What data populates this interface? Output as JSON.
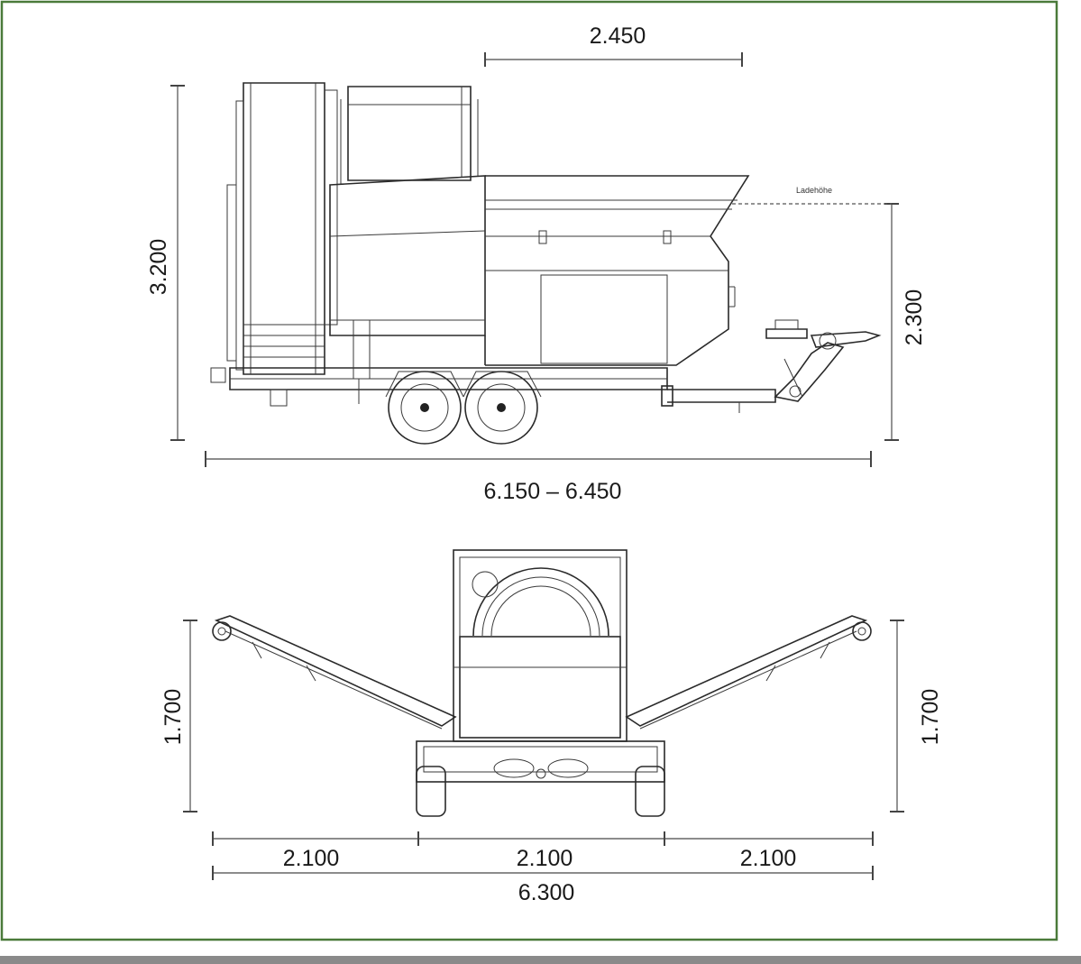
{
  "colors": {
    "frame_border": "#4a7a3a",
    "line": "#2a2a2a",
    "bottom_bar": "#8a8a8a"
  },
  "side_view": {
    "dimensions": {
      "top_width": "2.450",
      "total_height": "3.200",
      "loading_height": "2.300",
      "length": "6.150 – 6.450"
    },
    "loading_height_label": "Ladehöhe"
  },
  "rear_view": {
    "dimensions": {
      "left_height": "1.700",
      "right_height": "1.700",
      "segment_left": "2.100",
      "segment_center": "2.100",
      "segment_right": "2.100",
      "total_width": "6.300"
    }
  }
}
